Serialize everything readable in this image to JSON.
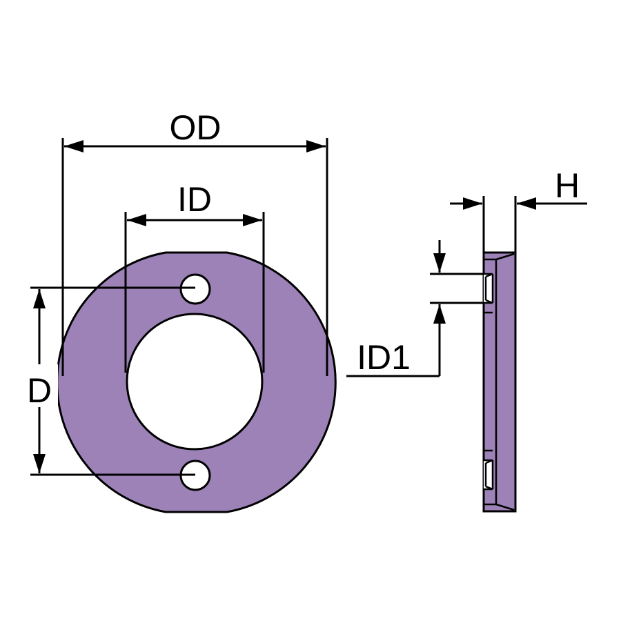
{
  "colors": {
    "part_fill": "#9d82b8",
    "line": "#000000",
    "background": "#ffffff"
  },
  "labels": {
    "od": "OD",
    "id": "ID",
    "d": "D",
    "id1": "ID1",
    "h": "H"
  }
}
